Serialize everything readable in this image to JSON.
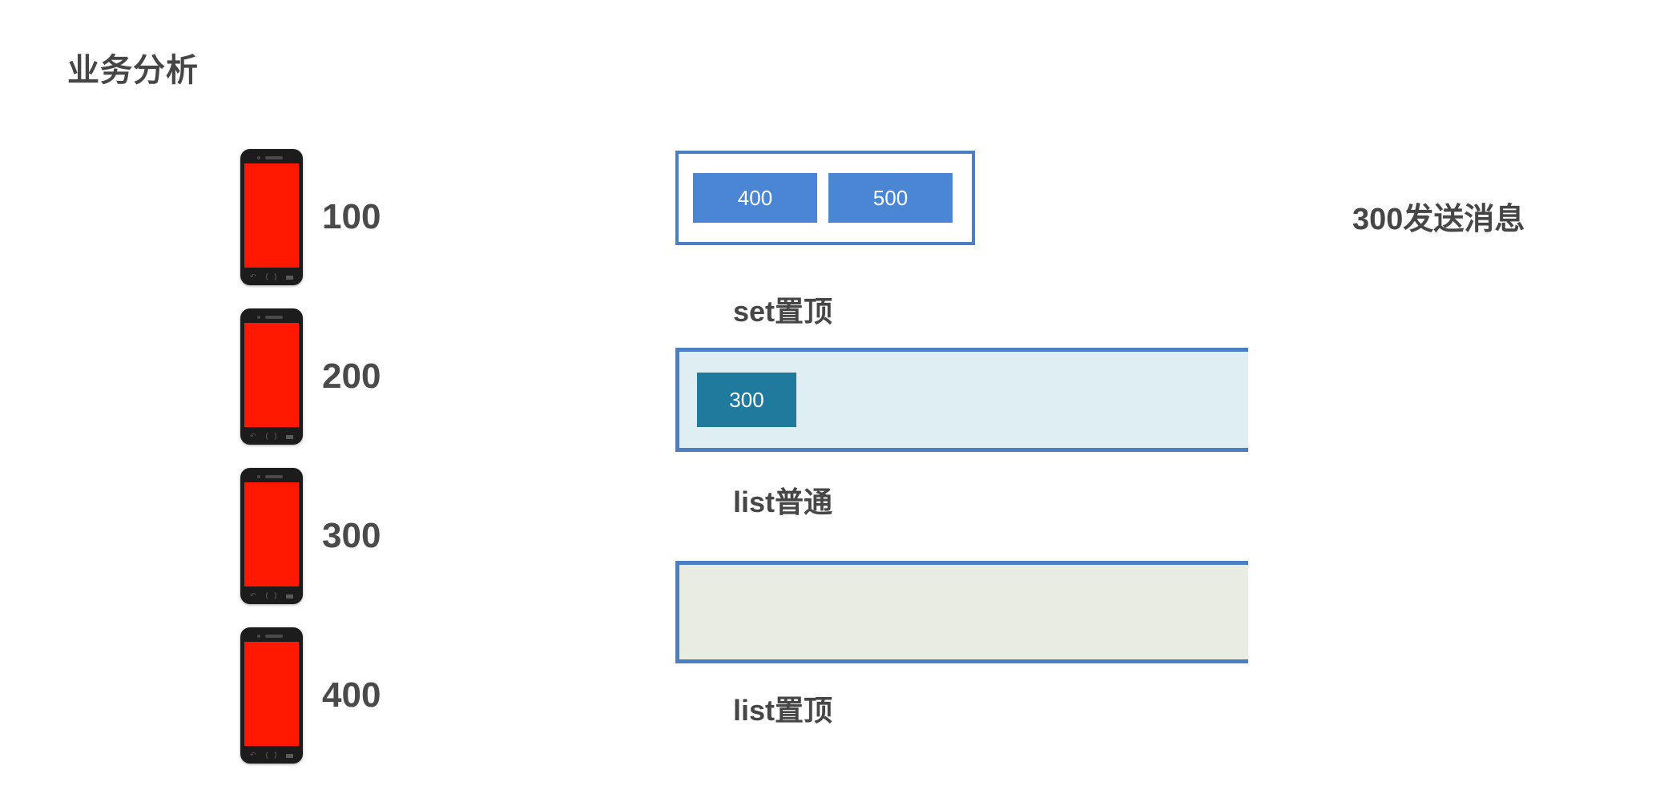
{
  "page": {
    "title": "业务分析",
    "background_color": "#ffffff"
  },
  "colors": {
    "text": "#464646",
    "phone_body": "#1c1c1c",
    "phone_screen": "#fe1900",
    "border_blue": "#4a7fc1",
    "set_item_fill": "#4a86d4",
    "list_pinned_fill": "#1f7a9e",
    "list_normal_panel_fill": "#dfeef3",
    "list_top_panel_fill": "#e9ece0",
    "set_panel_fill": "#ffffff"
  },
  "devices": {
    "icon": "smartphone-icon",
    "items": [
      {
        "value": "100"
      },
      {
        "value": "200"
      },
      {
        "value": "300"
      },
      {
        "value": "400"
      }
    ]
  },
  "structures": [
    {
      "id": "set-pinned",
      "label": "set置顶",
      "kind": "set",
      "items": [
        "400",
        "500"
      ]
    },
    {
      "id": "list-normal",
      "label": "list普通",
      "kind": "list",
      "items": [
        "300"
      ]
    },
    {
      "id": "list-pinned",
      "label": "list置顶",
      "kind": "list",
      "items": []
    }
  ],
  "annotation": {
    "right_note": "300发送消息"
  }
}
